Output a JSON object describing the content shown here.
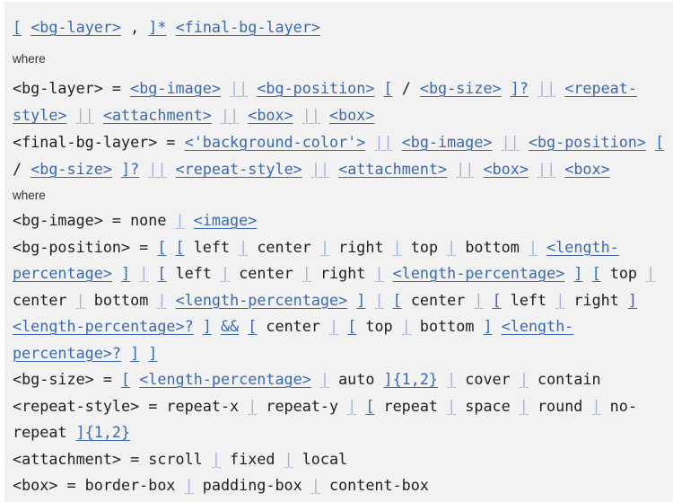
{
  "panel": {
    "background_color": "#f2f2f3",
    "edge_color": "#ffffff"
  },
  "colors": {
    "literal_text": "#1e1e20",
    "term_link": "#3a68b2",
    "combinator_link": "#a3b4dc",
    "where_text": "#333333"
  },
  "where_label": "where",
  "syntax": {
    "property": "background",
    "token_kinds": {
      "t": "literal",
      "l": "term-link",
      "b": "combinator-link"
    },
    "blocks": [
      {
        "type": "code",
        "name": "top-level-syntax",
        "lines": [
          [
            [
              "[",
              "l"
            ],
            [
              " ",
              "t"
            ],
            [
              "<bg-layer>",
              "l"
            ],
            [
              " , ",
              "t"
            ],
            [
              "]*",
              "l"
            ],
            [
              " ",
              "t"
            ],
            [
              "<final-bg-layer>",
              "l"
            ]
          ]
        ]
      },
      {
        "type": "where",
        "name": "where-label-1"
      },
      {
        "type": "code",
        "name": "layer-definitions",
        "lines": [
          [
            [
              "<bg-layer> = ",
              "t"
            ],
            [
              "<bg-image>",
              "l"
            ],
            [
              " ",
              "t"
            ],
            [
              "||",
              "b"
            ],
            [
              " ",
              "t"
            ],
            [
              "<bg-position>",
              "l"
            ],
            [
              " ",
              "t"
            ],
            [
              "[",
              "l"
            ],
            [
              " / ",
              "t"
            ],
            [
              "<bg-size>",
              "l"
            ],
            [
              " ",
              "t"
            ],
            [
              "]?",
              "l"
            ],
            [
              " ",
              "t"
            ],
            [
              "||",
              "b"
            ],
            [
              " ",
              "t"
            ],
            [
              "<repeat-",
              "l"
            ]
          ],
          [
            [
              "style>",
              "l"
            ],
            [
              " ",
              "t"
            ],
            [
              "||",
              "b"
            ],
            [
              " ",
              "t"
            ],
            [
              "<attachment>",
              "l"
            ],
            [
              " ",
              "t"
            ],
            [
              "||",
              "b"
            ],
            [
              " ",
              "t"
            ],
            [
              "<box>",
              "l"
            ],
            [
              " ",
              "t"
            ],
            [
              "||",
              "b"
            ],
            [
              " ",
              "t"
            ],
            [
              "<box>",
              "l"
            ]
          ],
          [
            [
              "<final-bg-layer> = ",
              "t"
            ],
            [
              "<'background-color'>",
              "l"
            ],
            [
              " ",
              "t"
            ],
            [
              "||",
              "b"
            ],
            [
              " ",
              "t"
            ],
            [
              "<bg-image>",
              "l"
            ],
            [
              " ",
              "t"
            ],
            [
              "||",
              "b"
            ],
            [
              " ",
              "t"
            ],
            [
              "<bg-position>",
              "l"
            ],
            [
              " ",
              "t"
            ],
            [
              "[",
              "l"
            ]
          ],
          [
            [
              "/ ",
              "t"
            ],
            [
              "<bg-size>",
              "l"
            ],
            [
              " ",
              "t"
            ],
            [
              "]?",
              "l"
            ],
            [
              " ",
              "t"
            ],
            [
              "||",
              "b"
            ],
            [
              " ",
              "t"
            ],
            [
              "<repeat-style>",
              "l"
            ],
            [
              " ",
              "t"
            ],
            [
              "||",
              "b"
            ],
            [
              " ",
              "t"
            ],
            [
              "<attachment>",
              "l"
            ],
            [
              " ",
              "t"
            ],
            [
              "||",
              "b"
            ],
            [
              " ",
              "t"
            ],
            [
              "<box>",
              "l"
            ],
            [
              " ",
              "t"
            ],
            [
              "||",
              "b"
            ],
            [
              " ",
              "t"
            ],
            [
              "<box>",
              "l"
            ]
          ]
        ]
      },
      {
        "type": "where",
        "name": "where-label-2"
      },
      {
        "type": "code",
        "name": "term-definitions",
        "lines": [
          [
            [
              "<bg-image> = none ",
              "t"
            ],
            [
              "|",
              "b"
            ],
            [
              " ",
              "t"
            ],
            [
              "<image>",
              "l"
            ]
          ],
          [
            [
              "<bg-position> = ",
              "t"
            ],
            [
              "[",
              "l"
            ],
            [
              " ",
              "t"
            ],
            [
              "[",
              "l"
            ],
            [
              " left ",
              "t"
            ],
            [
              "|",
              "b"
            ],
            [
              " center ",
              "t"
            ],
            [
              "|",
              "b"
            ],
            [
              " right ",
              "t"
            ],
            [
              "|",
              "b"
            ],
            [
              " top ",
              "t"
            ],
            [
              "|",
              "b"
            ],
            [
              " bottom ",
              "t"
            ],
            [
              "|",
              "b"
            ],
            [
              " ",
              "t"
            ],
            [
              "<length-",
              "l"
            ]
          ],
          [
            [
              "percentage>",
              "l"
            ],
            [
              " ",
              "t"
            ],
            [
              "]",
              "l"
            ],
            [
              " ",
              "t"
            ],
            [
              "|",
              "b"
            ],
            [
              " ",
              "t"
            ],
            [
              "[",
              "l"
            ],
            [
              " left ",
              "t"
            ],
            [
              "|",
              "b"
            ],
            [
              " center ",
              "t"
            ],
            [
              "|",
              "b"
            ],
            [
              " right ",
              "t"
            ],
            [
              "|",
              "b"
            ],
            [
              " ",
              "t"
            ],
            [
              "<length-percentage>",
              "l"
            ],
            [
              " ",
              "t"
            ],
            [
              "]",
              "l"
            ],
            [
              " ",
              "t"
            ],
            [
              "[",
              "l"
            ],
            [
              " top ",
              "t"
            ],
            [
              "|",
              "b"
            ]
          ],
          [
            [
              "center ",
              "t"
            ],
            [
              "|",
              "b"
            ],
            [
              " bottom ",
              "t"
            ],
            [
              "|",
              "b"
            ],
            [
              " ",
              "t"
            ],
            [
              "<length-percentage>",
              "l"
            ],
            [
              " ",
              "t"
            ],
            [
              "]",
              "l"
            ],
            [
              " ",
              "t"
            ],
            [
              "|",
              "b"
            ],
            [
              " ",
              "t"
            ],
            [
              "[",
              "l"
            ],
            [
              " center ",
              "t"
            ],
            [
              "|",
              "b"
            ],
            [
              " ",
              "t"
            ],
            [
              "[",
              "l"
            ],
            [
              " left ",
              "t"
            ],
            [
              "|",
              "b"
            ],
            [
              " right ",
              "t"
            ],
            [
              "]",
              "l"
            ]
          ],
          [
            [
              "<length-percentage>?",
              "l"
            ],
            [
              " ",
              "t"
            ],
            [
              "]",
              "l"
            ],
            [
              " ",
              "t"
            ],
            [
              "&&",
              "l"
            ],
            [
              " ",
              "t"
            ],
            [
              "[",
              "l"
            ],
            [
              " center ",
              "t"
            ],
            [
              "|",
              "b"
            ],
            [
              " ",
              "t"
            ],
            [
              "[",
              "l"
            ],
            [
              " top ",
              "t"
            ],
            [
              "|",
              "b"
            ],
            [
              " bottom ",
              "t"
            ],
            [
              "]",
              "l"
            ],
            [
              " ",
              "t"
            ],
            [
              "<length-",
              "l"
            ]
          ],
          [
            [
              "percentage>?",
              "l"
            ],
            [
              " ",
              "t"
            ],
            [
              "]",
              "l"
            ],
            [
              " ",
              "t"
            ],
            [
              "]",
              "l"
            ]
          ],
          [
            [
              "<bg-size> = ",
              "t"
            ],
            [
              "[",
              "l"
            ],
            [
              " ",
              "t"
            ],
            [
              "<length-percentage>",
              "l"
            ],
            [
              " ",
              "t"
            ],
            [
              "|",
              "b"
            ],
            [
              " auto ",
              "t"
            ],
            [
              "]{1,2}",
              "l"
            ],
            [
              " ",
              "t"
            ],
            [
              "|",
              "b"
            ],
            [
              " cover ",
              "t"
            ],
            [
              "|",
              "b"
            ],
            [
              " contain",
              "t"
            ]
          ],
          [
            [
              "<repeat-style> = repeat-x ",
              "t"
            ],
            [
              "|",
              "b"
            ],
            [
              " repeat-y ",
              "t"
            ],
            [
              "|",
              "b"
            ],
            [
              " ",
              "t"
            ],
            [
              "[",
              "l"
            ],
            [
              " repeat ",
              "t"
            ],
            [
              "|",
              "b"
            ],
            [
              " space ",
              "t"
            ],
            [
              "|",
              "b"
            ],
            [
              " round ",
              "t"
            ],
            [
              "|",
              "b"
            ],
            [
              " no-",
              "t"
            ]
          ],
          [
            [
              "repeat ",
              "t"
            ],
            [
              "]{1,2}",
              "l"
            ]
          ],
          [
            [
              "<attachment> = scroll ",
              "t"
            ],
            [
              "|",
              "b"
            ],
            [
              " fixed ",
              "t"
            ],
            [
              "|",
              "b"
            ],
            [
              " local",
              "t"
            ]
          ],
          [
            [
              "<box> = border-box ",
              "t"
            ],
            [
              "|",
              "b"
            ],
            [
              " padding-box ",
              "t"
            ],
            [
              "|",
              "b"
            ],
            [
              " content-box",
              "t"
            ]
          ]
        ]
      }
    ]
  }
}
